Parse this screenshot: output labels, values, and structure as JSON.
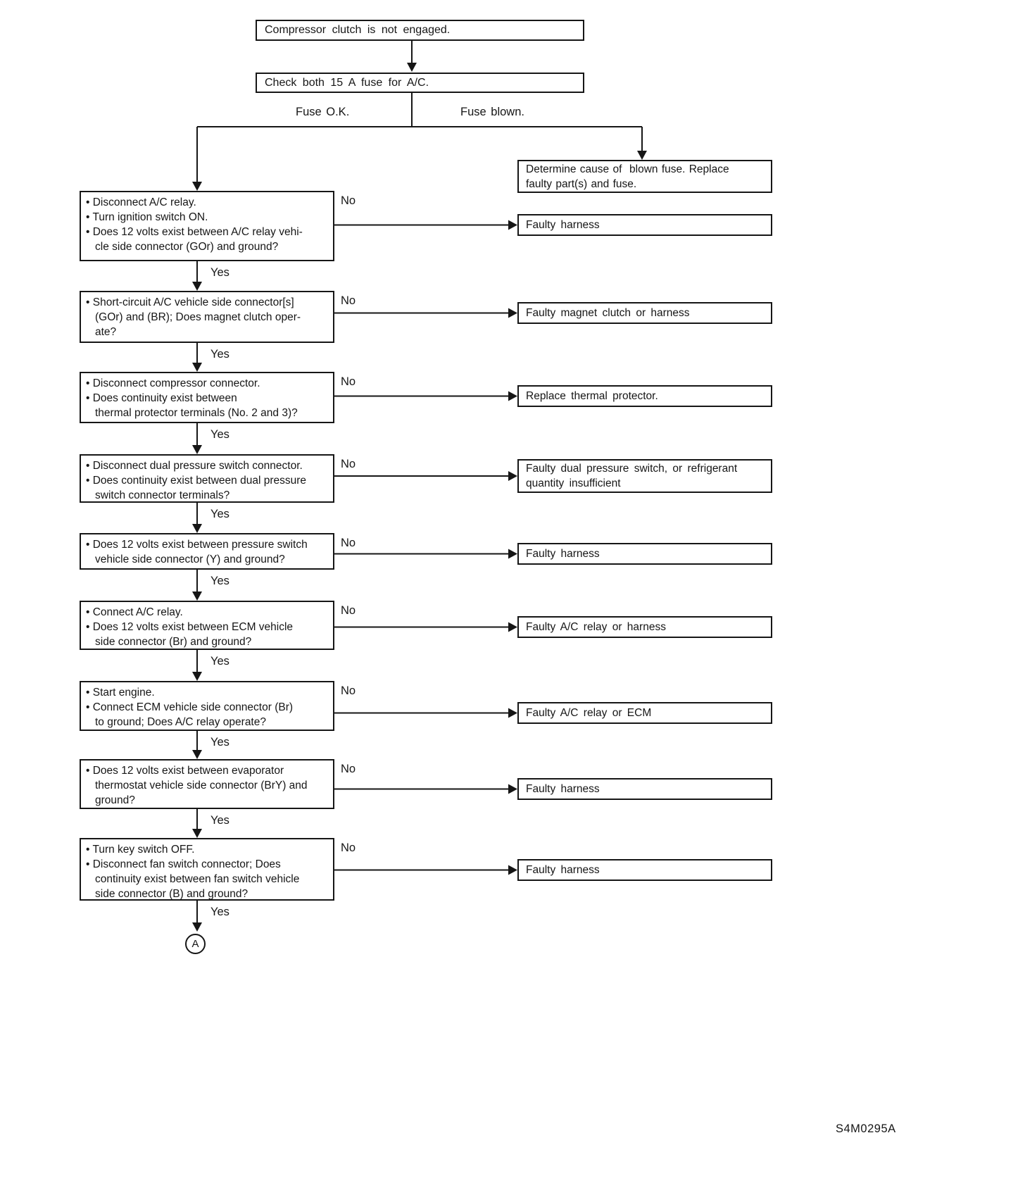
{
  "colors": {
    "ink": "#161616",
    "paper": "#ffffff"
  },
  "figure_code": "S4M0295A",
  "flow": {
    "start": "Compressor clutch is not engaged.",
    "check": "Check both 15 A fuse for A/C.",
    "branch_ok": "Fuse O.K.",
    "branch_blown": "Fuse blown.",
    "blown_result": [
      "Determine cause of  blown fuse. Replace",
      "faulty part(s) and fuse."
    ],
    "connector_label": "A"
  },
  "steps": [
    {
      "bullets": [
        [
          "Disconnect A/C relay."
        ],
        [
          "Turn ignition switch ON."
        ],
        [
          "Does 12 volts exist between A/C relay vehi-",
          "cle side connector (GOr) and ground?"
        ]
      ],
      "no_label": "No",
      "yes_label": "Yes",
      "result": [
        "Faulty harness"
      ]
    },
    {
      "bullets": [
        [
          "Short-circuit A/C vehicle side connector[s]",
          "(GOr) and (BR); Does magnet clutch oper-",
          "ate?"
        ]
      ],
      "no_label": "No",
      "yes_label": "Yes",
      "result": [
        "Faulty magnet clutch or harness"
      ]
    },
    {
      "bullets": [
        [
          "Disconnect compressor connector."
        ],
        [
          "Does continuity exist between",
          "thermal protector terminals (No. 2 and 3)?"
        ]
      ],
      "no_label": "No",
      "yes_label": "Yes",
      "result": [
        "Replace thermal protector."
      ]
    },
    {
      "bullets": [
        [
          "Disconnect dual pressure switch connector."
        ],
        [
          "Does continuity exist between dual pressure",
          "switch connector terminals?"
        ]
      ],
      "no_label": "No",
      "yes_label": "Yes",
      "result": [
        "Faulty dual pressure switch, or refrigerant",
        "quantity insufficient"
      ]
    },
    {
      "bullets": [
        [
          "Does 12 volts exist between pressure switch",
          "vehicle side connector (Y) and ground?"
        ]
      ],
      "no_label": "No",
      "yes_label": "Yes",
      "result": [
        "Faulty harness"
      ]
    },
    {
      "bullets": [
        [
          "Connect A/C relay."
        ],
        [
          "Does 12 volts exist between ECM vehicle",
          "side connector (Br) and ground?"
        ]
      ],
      "no_label": "No",
      "yes_label": "Yes",
      "result": [
        "Faulty A/C relay or harness"
      ]
    },
    {
      "bullets": [
        [
          "Start engine."
        ],
        [
          "Connect ECM vehicle side connector (Br)",
          "to ground; Does A/C relay operate?"
        ]
      ],
      "no_label": "No",
      "yes_label": "Yes",
      "result": [
        "Faulty A/C relay or ECM"
      ]
    },
    {
      "bullets": [
        [
          "Does 12 volts exist between evaporator",
          "thermostat vehicle side connector (BrY) and",
          "ground?"
        ]
      ],
      "no_label": "No",
      "yes_label": "Yes",
      "result": [
        "Faulty harness"
      ]
    },
    {
      "bullets": [
        [
          "Turn key switch OFF."
        ],
        [
          "Disconnect fan switch connector; Does",
          "continuity exist between fan switch vehicle",
          "side connector (B) and ground?"
        ]
      ],
      "no_label": "No",
      "yes_label": "Yes",
      "result": [
        "Faulty harness"
      ]
    }
  ]
}
